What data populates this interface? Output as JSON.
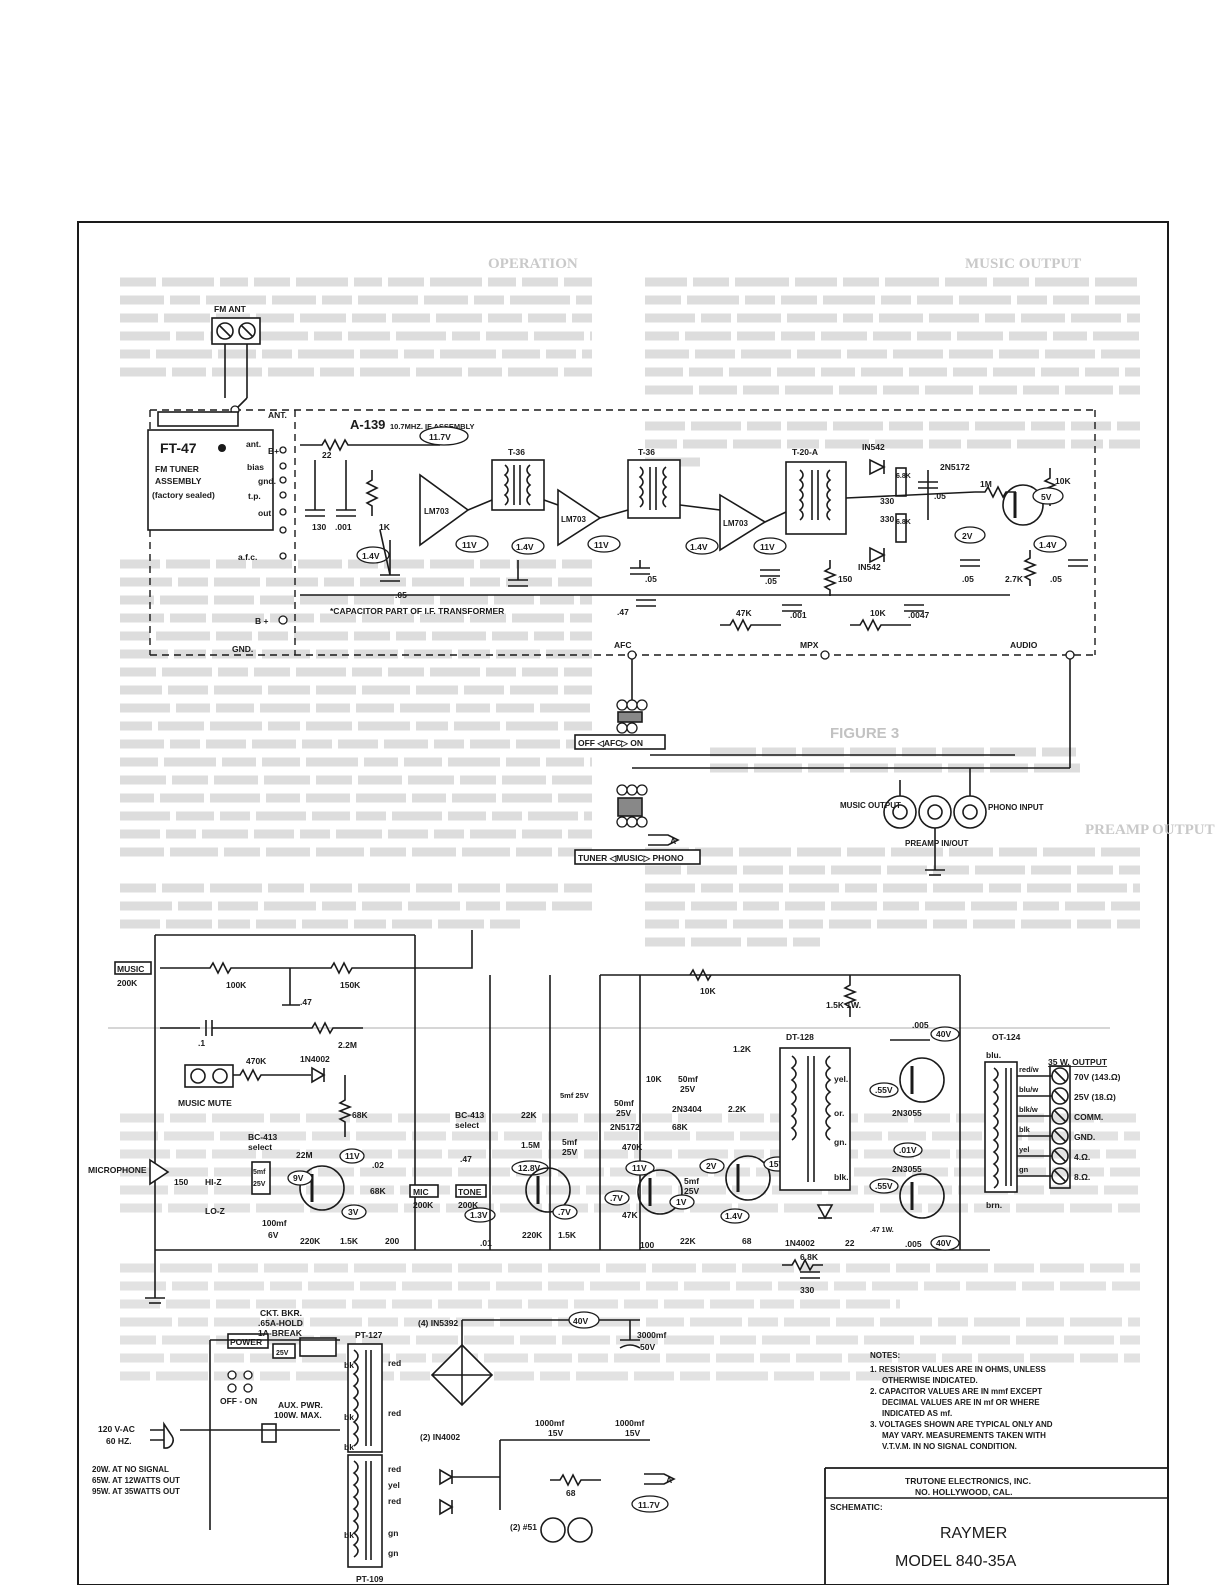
{
  "ghost_text": {
    "operation_heading": "OPERATION",
    "music_output_heading": "MUSIC OUTPUT",
    "preamp_output_heading": "PREAMP OUTPUT",
    "figure_label": "FIGURE 3"
  },
  "fm_section": {
    "fm_ant": "FM ANT",
    "ant": "ANT.",
    "tuner_title": "FT-47",
    "tuner_desc_1": "FM TUNER",
    "tuner_desc_2": "ASSEMBLY",
    "tuner_desc_3": "(factory sealed)",
    "pin_ant": "ant.",
    "pin_b_plus": "B+",
    "pin_bias": "bias",
    "pin_gnd": "gnd.",
    "pin_tp": "t.p.",
    "pin_out": "out",
    "pin_afc": "a.f.c.",
    "gnd": "GND.",
    "b_plus": "B +",
    "if_assembly": "A-139",
    "if_assembly_desc": "10.7MHZ. IF ASSEMBLY",
    "capacitor_note": "*CAPACITOR PART OF I.F. TRANSFORMER",
    "r22": "22",
    "c130": "130",
    "c001": ".001",
    "r1k": "1K",
    "c05a": ".05",
    "c05b": ".05",
    "c05c": ".05",
    "c05d": ".05",
    "c05e": ".05",
    "c05f": ".05",
    "v117": "11.7V",
    "v14a": "1.4V",
    "v14b": "1.4V",
    "v14c": "1.4V",
    "v11a": "11V",
    "v11b": "11V",
    "v11c": "11V",
    "lm703a": "LM703",
    "lm703b": "LM703",
    "lm703c": "LM703",
    "t36a": "T-36",
    "t36b": "T-36",
    "t20a": "T-20-A",
    "d1": "IN542",
    "d2": "IN542",
    "r68ka": "6.8K",
    "r68kb": "6.8K",
    "r330a": "330",
    "r330b": "330",
    "r150": "150",
    "c001b": ".001",
    "c0047": ".0047",
    "r47k": "47K",
    "r10k": "10K",
    "r10k_b": "10K",
    "r27k": "2.7K",
    "q_2n5172": "2N5172",
    "r1m": "1M",
    "v5": "5V",
    "v2": "2V",
    "v14d": "1.4V",
    "c47": ".47",
    "afc": "AFC",
    "mpx": "MPX",
    "audio": "AUDIO",
    "afc_switch": "OFF ◁AFC▷ ON",
    "tuner_switch": "TUNER ◁MUSIC▷ PHONO",
    "music_output": "MUSIC OUTPUT",
    "preamp": "PREAMP IN/OUT",
    "phono_input": "PHONO INPUT",
    "arrow_a": "A"
  },
  "amp_section": {
    "music_pot": "MUSIC",
    "music_pot_val": "200K",
    "r100k": "100K",
    "r150k": "150K",
    "c47": ".47",
    "c1": ".1",
    "r22m": "2.2M",
    "r470k": "470K",
    "d_1n4002": "1N4002",
    "music_mute": "MUSIC MUTE",
    "r68k": "68K",
    "bc413a": "BC-413",
    "bc413a_sub": "select",
    "bc413b": "BC-413",
    "bc413b_sub": "select",
    "r22mb": "22M",
    "v11": "11V",
    "c02": ".02",
    "v9": "9V",
    "r150": "150",
    "hiz": "HI-Z",
    "loz": "LO-Z",
    "c5mf": "5mf",
    "c25v": "25V",
    "r68kb": "68K",
    "v3": "3V",
    "c100mf": "100mf",
    "c6v": "6V",
    "r220k": "220K",
    "r15k": "1.5K",
    "r200": "200",
    "microphone": "MICROPHONE",
    "mic_pot": "MIC",
    "mic_pot_val": "200K",
    "tone_pot": "TONE",
    "tone_pot_val": "200K",
    "c47b": ".47",
    "v13": "1.3V",
    "c01": ".01",
    "r22k": "22K",
    "c5mf25v": "5mf 25V",
    "r15m": "1.5M",
    "c5mf_b": "5mf",
    "c25v_b": "25V",
    "v128": "12.8V",
    "v7": ".7V",
    "r220kb": "220K",
    "r15kb": "1.5K",
    "r10k": "10K",
    "c50mf": "50mf",
    "c25v_c": "25V",
    "q_2n5172": "2N5172",
    "r470kb": "470K",
    "v11b": "11V",
    "v7b": ".7V",
    "r47k": "47K",
    "r100": "100",
    "r10k_top": "10K",
    "c50mf_b": "50mf",
    "c25v_d": "25V",
    "q_2n3404": "2N3404",
    "r68kc": "68K",
    "c5mf_c": "5mf",
    "c25v_e": "25V",
    "v1": "1V",
    "r22kb": "22K",
    "r12k": "1.2K",
    "r22kc": "2.2K",
    "v2": "2V",
    "v15": "15V",
    "v14": "1.4V",
    "r68": "68",
    "dt128": "DT-128",
    "yel": "yel.",
    "or": "or.",
    "gn": "gn.",
    "blk": "blk.",
    "d_1n4002b": "1N4002",
    "r22": "22",
    "c47mf": ".47 1W.",
    "r68kd": "6.8K",
    "c330": "330",
    "r15k1w": "1.5K 1W.",
    "c005a": ".005",
    "v40a": "40V",
    "v55a": ".55V",
    "q_2n3055a": "2N3055",
    "v01": ".01V",
    "q_2n3055b": "2N3055",
    "v55b": ".55V",
    "c005b": ".005",
    "v40b": "40V",
    "brn": "brn.",
    "ot124": "OT-124",
    "blu": "blu.",
    "output_title": "35 W. OUTPUT",
    "taps": [
      {
        "wire": "red/w",
        "label": "70V (143.Ω)"
      },
      {
        "wire": "blu/w",
        "label": "25V (18.Ω)"
      },
      {
        "wire": "blk/w",
        "label": "COMM."
      },
      {
        "wire": "blk",
        "label": "GND."
      },
      {
        "wire": "yel",
        "label": "4.Ω."
      },
      {
        "wire": "gn",
        "label": "8.Ω."
      }
    ]
  },
  "power_section": {
    "power": "POWER",
    "off_on": "OFF - ON",
    "breaker": "CKT. BKR.",
    "breaker_1": ".65A-HOLD",
    "breaker_2": "1A-BREAK",
    "aux": "AUX. PWR.",
    "aux_2": "100W. MAX.",
    "c25v": "25V",
    "pt127": "PT-127",
    "pt109": "PT-109",
    "bk": "bk",
    "red": "red",
    "yel": "yel",
    "gn": "gn",
    "bridge": "(4) IN5392",
    "d2": "(2) IN4002",
    "v40": "40V",
    "c3000": "3000mf",
    "c50v": "50V",
    "c1000a": "1000mf",
    "c15va": "15V",
    "c1000b": "1000mf",
    "c15vb": "15V",
    "r68": "68",
    "v117": "11.7V",
    "lamps": "(2) #51",
    "arrow_a": "A",
    "mains_1": "120 V-AC",
    "mains_2": "60 HZ.",
    "consumption": [
      "20W. AT NO SIGNAL",
      "65W. AT 12WATTS OUT",
      "95W. AT 35WATTS OUT"
    ]
  },
  "notes": {
    "title": "NOTES:",
    "lines": [
      "1. RESISTOR VALUES ARE IN OHMS, UNLESS",
      "OTHERWISE INDICATED.",
      "2. CAPACITOR VALUES ARE IN mmf EXCEPT",
      "DECIMAL VALUES ARE IN mf OR WHERE",
      "INDICATED AS mf.",
      "3. VOLTAGES SHOWN ARE TYPICAL ONLY AND",
      "MAY VARY. MEASUREMENTS TAKEN WITH",
      "V.T.V.M. IN NO SIGNAL CONDITION."
    ]
  },
  "title_block": {
    "company": "TRUTONE ELECTRONICS, INC.",
    "city": "NO. HOLLYWOOD, CAL.",
    "schematic_label": "SCHEMATIC:",
    "product": "RAYMER",
    "model": "MODEL 840-35A"
  }
}
